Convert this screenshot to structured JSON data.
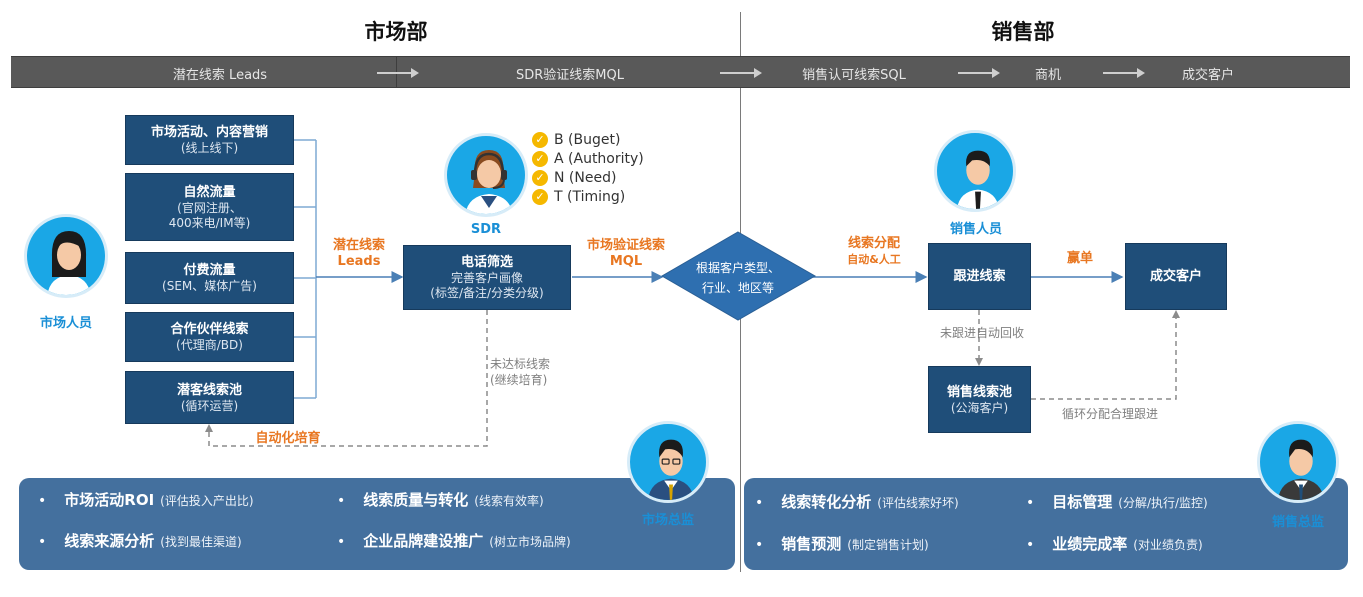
{
  "departments": {
    "marketing": "市场部",
    "sales": "销售部"
  },
  "stages": [
    "潜在线索 Leads",
    "SDR验证线索MQL",
    "销售认可线索SQL",
    "商机",
    "成交客户"
  ],
  "marketing": {
    "role_label": "市场人员",
    "sources": [
      {
        "title": "市场活动、内容营销",
        "sub": "(线上线下)"
      },
      {
        "title": "自然流量",
        "sub": "(官网注册、",
        "sub2": "400来电/IM等)"
      },
      {
        "title": "付费流量",
        "sub": "(SEM、媒体广告)"
      },
      {
        "title": "合作伙伴线索",
        "sub": "(代理商/BD)"
      },
      {
        "title": "潜客线索池",
        "sub": "(循环运营)"
      }
    ],
    "leads_label_1": "潜在线索",
    "leads_label_2": "Leads",
    "nurture_label": "自动化培育",
    "unqualified_label_1": "未达标线索",
    "unqualified_label_2": "(继续培育)",
    "director_label": "市场总监"
  },
  "sdr": {
    "role_label": "SDR",
    "bant": [
      "B (Buget)",
      "A (Authority)",
      "N (Need)",
      "T (Timing)"
    ],
    "box_title": "电话筛选",
    "box_sub1": "完善客户画像",
    "box_sub2": "(标签/备注/分类分级)",
    "mql_label_1": "市场验证线索",
    "mql_label_2": "MQL"
  },
  "decision": {
    "line1": "根据客户类型、",
    "line2": "行业、地区等"
  },
  "sales": {
    "role_label": "销售人员",
    "assign_label_1": "线索分配",
    "assign_label_2": "自动&人工",
    "follow_box": "跟进线索",
    "win_label": "赢单",
    "customer_box": "成交客户",
    "recycle_label": "未跟进自动回收",
    "pool_title": "销售线索池",
    "pool_sub": "(公海客户)",
    "reassign_label": "循环分配合理跟进",
    "director_label": "销售总监"
  },
  "marketing_kpis": [
    {
      "main": "市场活动ROI",
      "sub": "(评估投入产出比)"
    },
    {
      "main": "线索质量与转化",
      "sub": "(线索有效率)"
    },
    {
      "main": "线索来源分析",
      "sub": "(找到最佳渠道)"
    },
    {
      "main": "企业品牌建设推广",
      "sub": "(树立市场品牌)"
    }
  ],
  "sales_kpis": [
    {
      "main": "线索转化分析",
      "sub": "(评估线索好坏)"
    },
    {
      "main": "目标管理",
      "sub": "(分解/执行/监控)"
    },
    {
      "main": "销售预测",
      "sub": "(制定销售计划)"
    },
    {
      "main": "业绩完成率",
      "sub": "(对业绩负责)"
    }
  ],
  "colors": {
    "box": "#1f4e79",
    "panel": "#44709e",
    "accent_orange": "#e87722",
    "avatar_blue": "#1aa7e6",
    "check_yellow": "#f5b800"
  },
  "icons": [
    "person-female-icon",
    "person-headset-icon",
    "person-male-icon",
    "person-director-icon",
    "check-icon"
  ]
}
